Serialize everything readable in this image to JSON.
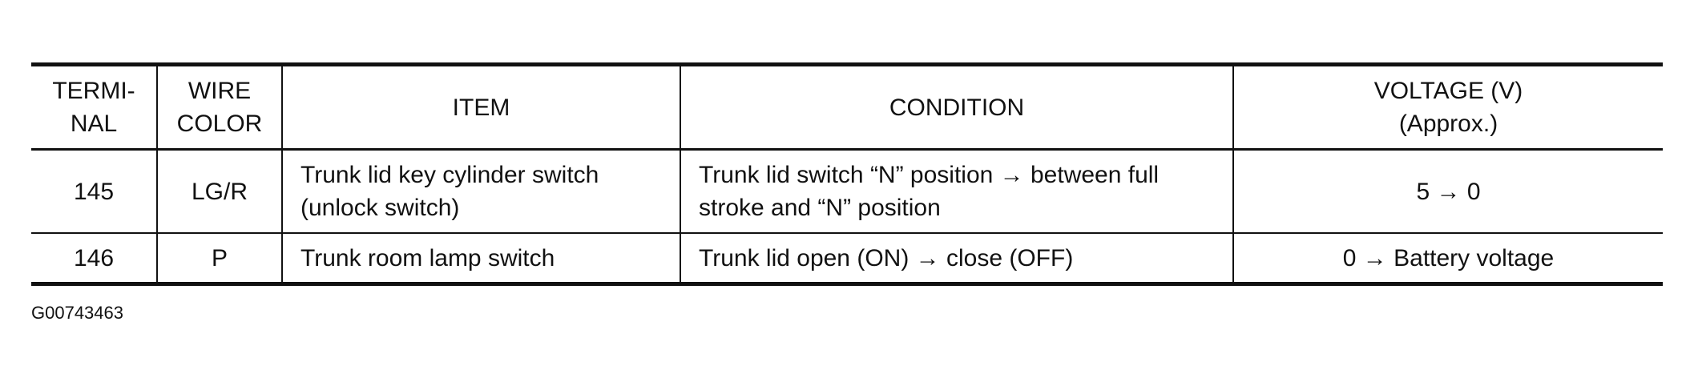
{
  "table": {
    "headers": {
      "terminal": [
        "TERMI-",
        "NAL"
      ],
      "wire_color": [
        "WIRE",
        "COLOR"
      ],
      "item": "ITEM",
      "condition": "CONDITION",
      "voltage": [
        "VOLTAGE (V)",
        "(Approx.)"
      ]
    },
    "rows": [
      {
        "terminal": "145",
        "wire_color": "LG/R",
        "item": [
          "Trunk lid key cylinder switch",
          "(unlock switch)"
        ],
        "condition": [
          "Trunk lid switch “N” position → between full",
          "stroke and “N” position"
        ],
        "voltage": "5 → 0"
      },
      {
        "terminal": "146",
        "wire_color": "P",
        "item": [
          "Trunk room lamp switch"
        ],
        "condition": [
          "Trunk lid open (ON) → close (OFF)"
        ],
        "voltage": "0 → Battery voltage"
      }
    ]
  },
  "figure_id": "G00743463"
}
